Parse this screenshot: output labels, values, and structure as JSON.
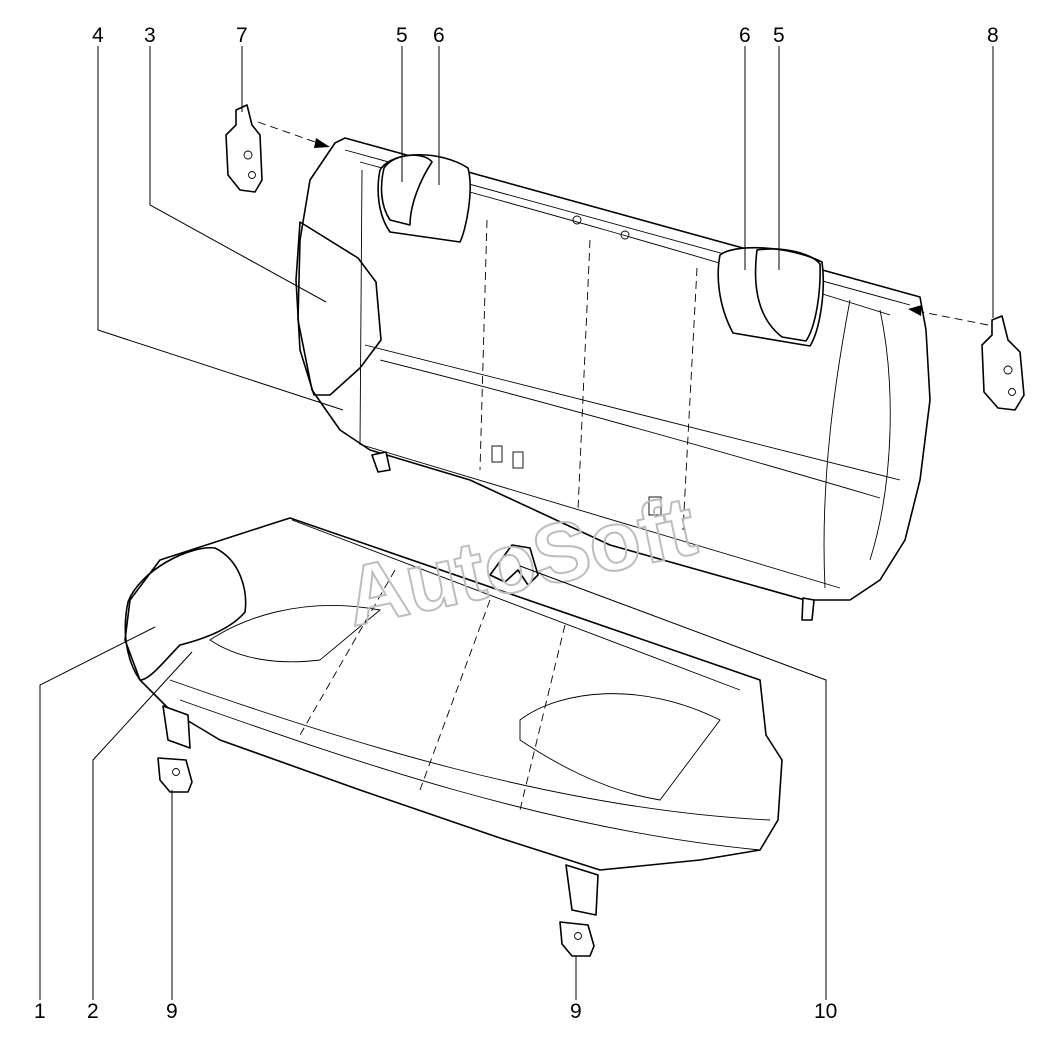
{
  "diagram": {
    "watermark": "AutoSoft",
    "callouts": [
      {
        "id": "c4-top",
        "text": "4"
      },
      {
        "id": "c3-top",
        "text": "3"
      },
      {
        "id": "c7-top",
        "text": "7"
      },
      {
        "id": "c5a-top",
        "text": "5"
      },
      {
        "id": "c6a-top",
        "text": "6"
      },
      {
        "id": "c6b-top",
        "text": "6"
      },
      {
        "id": "c5b-top",
        "text": "5"
      },
      {
        "id": "c8-top",
        "text": "8"
      },
      {
        "id": "c1-bottom",
        "text": "1"
      },
      {
        "id": "c2-bottom",
        "text": "2"
      },
      {
        "id": "c9a-bottom",
        "text": "9"
      },
      {
        "id": "c9b-bottom",
        "text": "9"
      },
      {
        "id": "c10-bottom",
        "text": "10"
      }
    ]
  }
}
